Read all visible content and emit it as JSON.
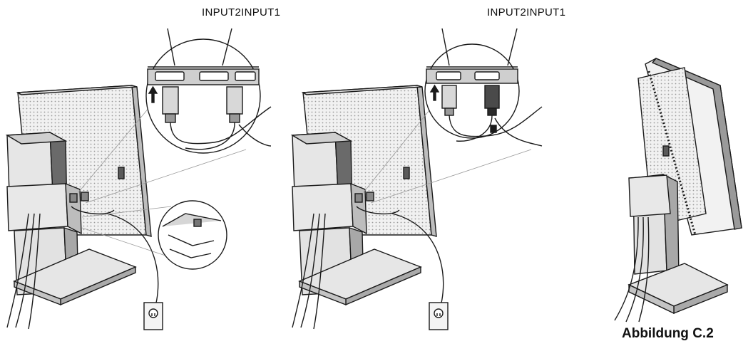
{
  "labels": {
    "left_input": "INPUT2INPUT1",
    "right_input": "INPUT2INPUT1",
    "caption": "Abbildung C.2"
  },
  "colors": {
    "line": "#1a1a1a",
    "panel_light": "#e8e8e8",
    "panel_mid": "#bdbdbd",
    "panel_dark": "#5a5a5a",
    "background": "#ffffff"
  },
  "icons": [
    "up-arrow-icon",
    "power-outlet-icon",
    "vga-connector-icon"
  ]
}
